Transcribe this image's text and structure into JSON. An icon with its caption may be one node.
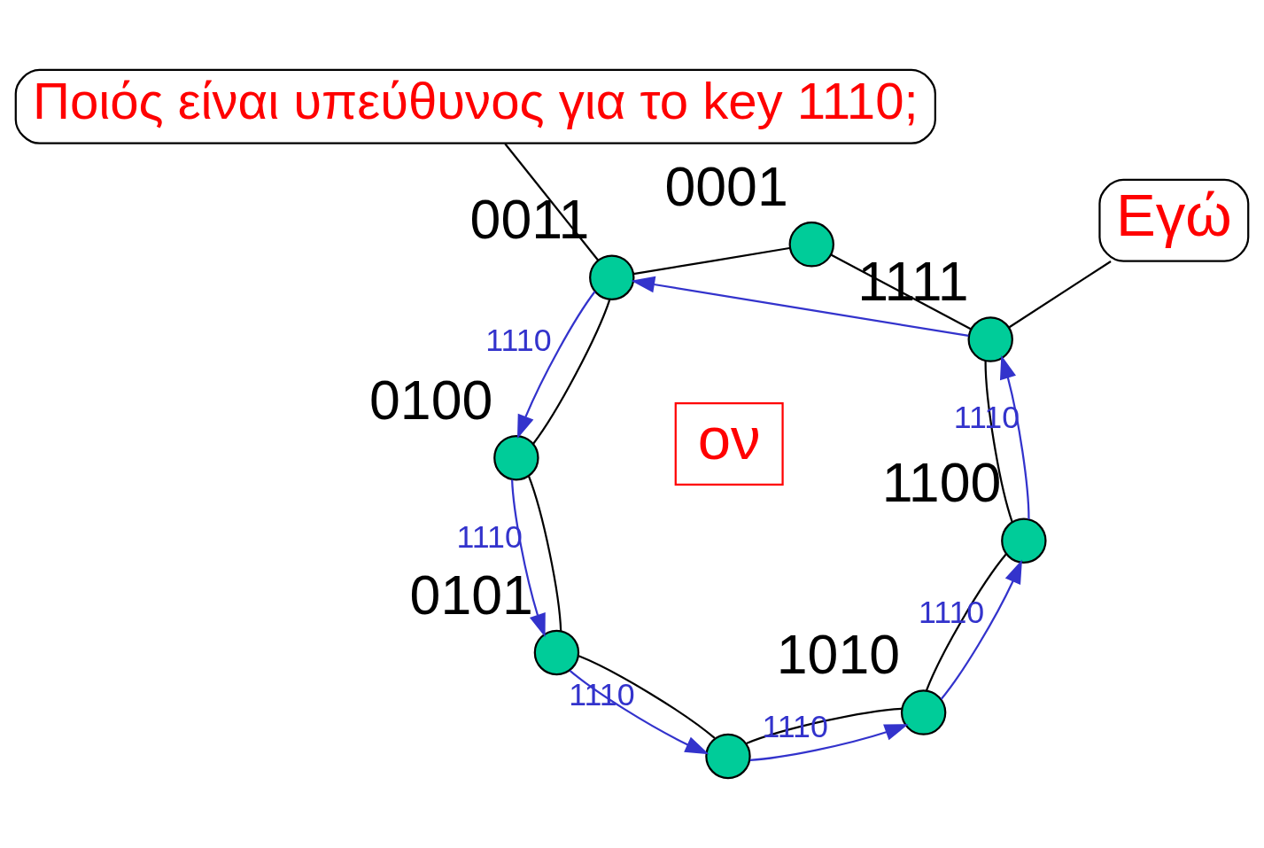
{
  "diagram": {
    "nodes": [
      {
        "text": [],
        "shape": "circle",
        "beside": [
          "0001"
        ]
      },
      {
        "text": [],
        "shape": "circle",
        "beside": [
          "0011"
        ]
      },
      {
        "text": [],
        "shape": "circle",
        "beside": [
          "0100"
        ]
      },
      {
        "text": [],
        "shape": "circle",
        "beside": [
          "0101"
        ]
      },
      {
        "text": [],
        "shape": "circle"
      },
      {
        "text": [],
        "shape": "circle",
        "beside": [
          "1010"
        ]
      },
      {
        "text": [],
        "shape": "circle",
        "beside": [
          "1100"
        ]
      },
      {
        "text": [],
        "shape": "circle",
        "beside": [
          "1111"
        ]
      },
      {
        "text": [
          "Ποιός είναι υπεύθυνος για το key 1110;"
        ]
      },
      {
        "text": [
          "Εγώ"
        ]
      },
      {
        "text": [
          "ον"
        ]
      }
    ],
    "edges": [
      {
        "from": 0,
        "to": 1,
        "arrow": "none"
      },
      {
        "from": 1,
        "to": 2,
        "arrow": "none"
      },
      {
        "from": 2,
        "to": 3,
        "arrow": "none"
      },
      {
        "from": 3,
        "to": 4,
        "arrow": "none"
      },
      {
        "from": 4,
        "to": 5,
        "arrow": "none"
      },
      {
        "from": 5,
        "to": 6,
        "arrow": "none"
      },
      {
        "from": 6,
        "to": 7,
        "arrow": "none"
      },
      {
        "from": 7,
        "to": 0,
        "arrow": "none"
      },
      {
        "from": 1,
        "to": 2,
        "arrow": "to",
        "label": "1110",
        "color": "#3333cc"
      },
      {
        "from": 2,
        "to": 3,
        "arrow": "to",
        "label": "1110",
        "color": "#3333cc"
      },
      {
        "from": 3,
        "to": 4,
        "arrow": "to",
        "label": "1110",
        "color": "#3333cc"
      },
      {
        "from": 4,
        "to": 5,
        "arrow": "to",
        "label": "1110",
        "color": "#3333cc"
      },
      {
        "from": 5,
        "to": 6,
        "arrow": "to",
        "label": "1110",
        "color": "#3333cc"
      },
      {
        "from": 6,
        "to": 7,
        "arrow": "to",
        "label": "1110",
        "color": "#3333cc"
      },
      {
        "from": 7,
        "to": 1,
        "arrow": "to",
        "color": "#3333cc"
      },
      {
        "from": 8,
        "to": 1,
        "arrow": "none"
      },
      {
        "from": 9,
        "to": 7,
        "arrow": "none"
      }
    ]
  }
}
